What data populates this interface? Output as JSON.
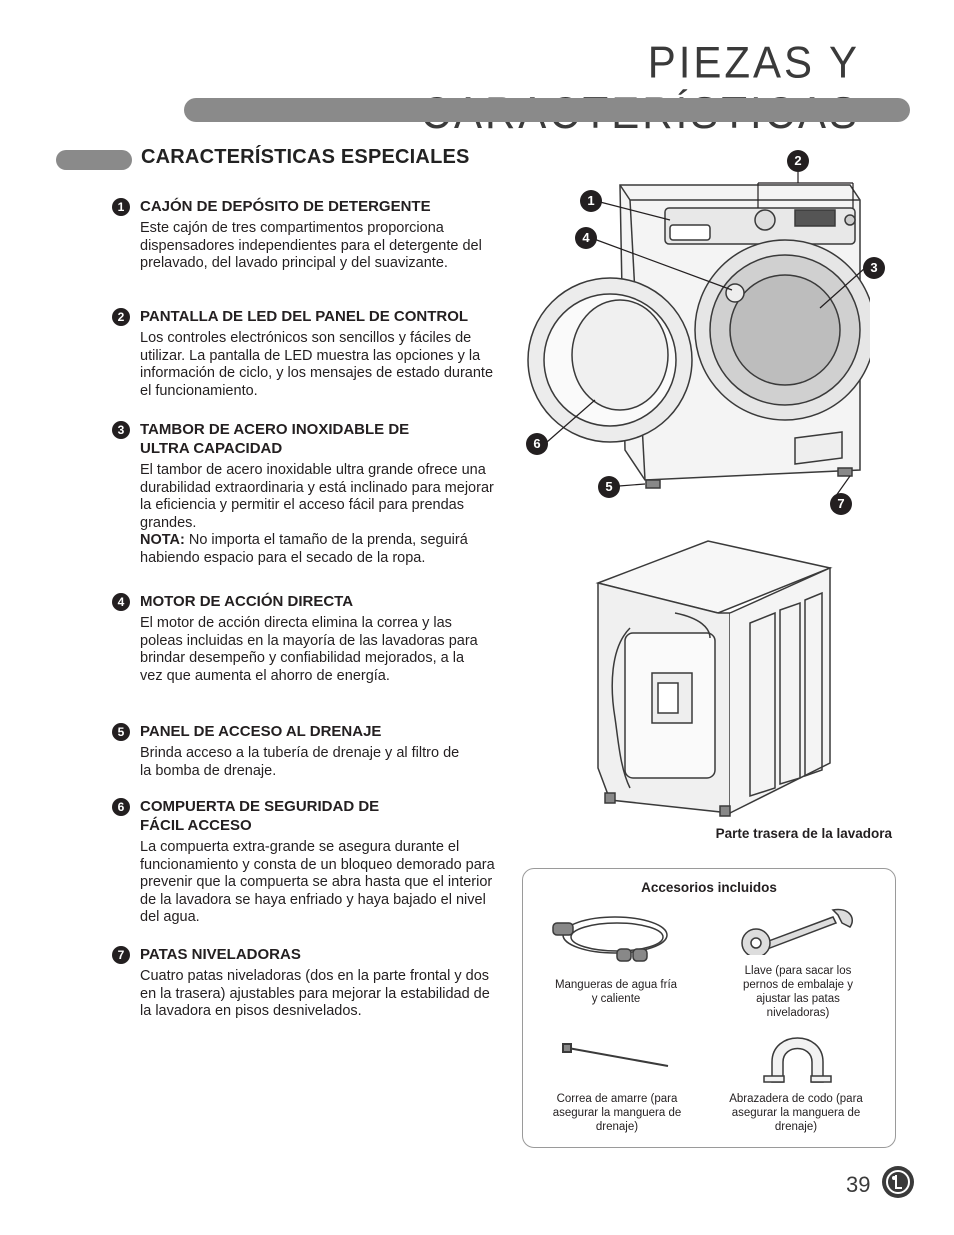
{
  "page_title": "PIEZAS Y CARACTERÍSTICAS",
  "section_heading": "CARACTERÍSTICAS ESPECIALES",
  "items": [
    {
      "num": "1",
      "title": "CAJÓN DE DEPÓSITO DE DETERGENTE",
      "body": "Este cajón de tres compartimentos proporciona dispensadores independientes para el detergente del prelavado, del lavado principal y del suavizante."
    },
    {
      "num": "2",
      "title": "PANTALLA DE LED DEL PANEL DE CONTROL",
      "body": "Los controles electrónicos son sencillos y fáciles de utilizar. La pantalla de LED muestra las opciones y la información de ciclo, y los mensajes de estado durante el funcionamiento."
    },
    {
      "num": "3",
      "title": "TAMBOR DE ACERO INOXIDABLE DE ULTRA CAPACIDAD",
      "body": "El tambor de acero inoxidable ultra grande ofrece una durabilidad extraordinaria y está inclinado para mejorar la eficiencia y permitir el acceso fácil para prendas grandes.",
      "note_label": "NOTA:",
      "note_text": " No importa el tamaño de la prenda, seguirá habiendo espacio para el secado de la ropa."
    },
    {
      "num": "4",
      "title": "MOTOR DE ACCIÓN DIRECTA",
      "body": "El motor de acción directa elimina la correa y las poleas incluidas en la mayoría de las lavadoras para brindar desempeño y confiabilidad mejorados, a la vez que aumenta el ahorro de energía."
    },
    {
      "num": "5",
      "title": "PANEL DE ACCESO AL DRENAJE",
      "body": "Brinda acceso a la tubería de drenaje y al filtro de la bomba de drenaje."
    },
    {
      "num": "6",
      "title": "COMPUERTA DE SEGURIDAD DE FÁCIL ACCESO",
      "body": "La compuerta extra-grande se asegura durante el funcionamiento y consta de un bloqueo demorado para prevenir que la compuerta se abra hasta que el interior de la lavadora se haya enfriado y haya bajado el nivel del agua."
    },
    {
      "num": "7",
      "title": "PATAS NIVELADORAS",
      "body": "Cuatro patas niveladoras (dos en la parte frontal y dos en la trasera) ajustables para mejorar la estabilidad de la lavadora en pisos desnivelados."
    }
  ],
  "callouts": [
    "1",
    "2",
    "3",
    "4",
    "5",
    "6",
    "7"
  ],
  "rear_caption": "Parte trasera de la lavadora",
  "accessories": {
    "title": "Accesorios incluidos",
    "hoses": "Mangueras de agua fría y caliente",
    "wrench": "Llave (para sacar los pernos de embalaje y ajustar las patas niveladoras)",
    "tie": "Correa de amarre (para asegurar la manguera de drenaje)",
    "elbow": "Abrazadera de codo (para asegurar la manguera de drenaje)"
  },
  "page_number": "39",
  "brand": "LG"
}
